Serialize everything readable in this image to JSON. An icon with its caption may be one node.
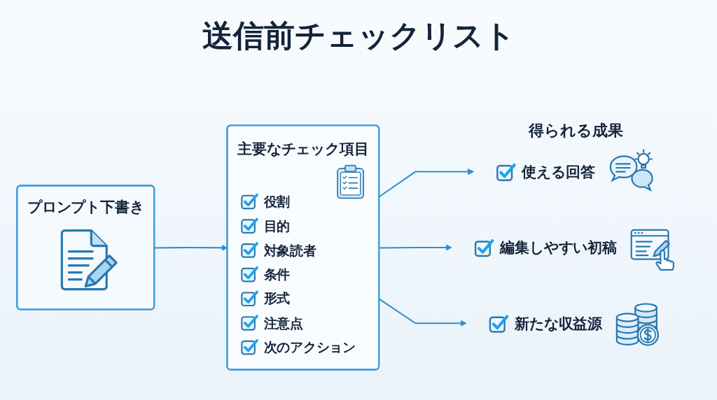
{
  "diagram": {
    "title": "送信前チェックリスト",
    "nodes": [
      {
        "text": [
          "プロンプト下書き"
        ]
      },
      {
        "text": [
          "主要なチェック項目",
          "役割",
          "目的",
          "対象読者",
          "条件",
          "形式",
          "注意点",
          "次のアクション"
        ]
      },
      {
        "text": [
          "使える回答"
        ]
      },
      {
        "text": [
          "編集しやすい初稿"
        ]
      },
      {
        "text": [
          "新たな収益源"
        ]
      }
    ],
    "edges": [
      {
        "from": 0,
        "to": 1,
        "arrow": "to"
      },
      {
        "from": 1,
        "to": 2,
        "arrow": "to"
      },
      {
        "from": 1,
        "to": 3,
        "arrow": "to"
      },
      {
        "from": 1,
        "to": 4,
        "arrow": "to"
      }
    ],
    "labels": [
      "得られる成果"
    ]
  }
}
